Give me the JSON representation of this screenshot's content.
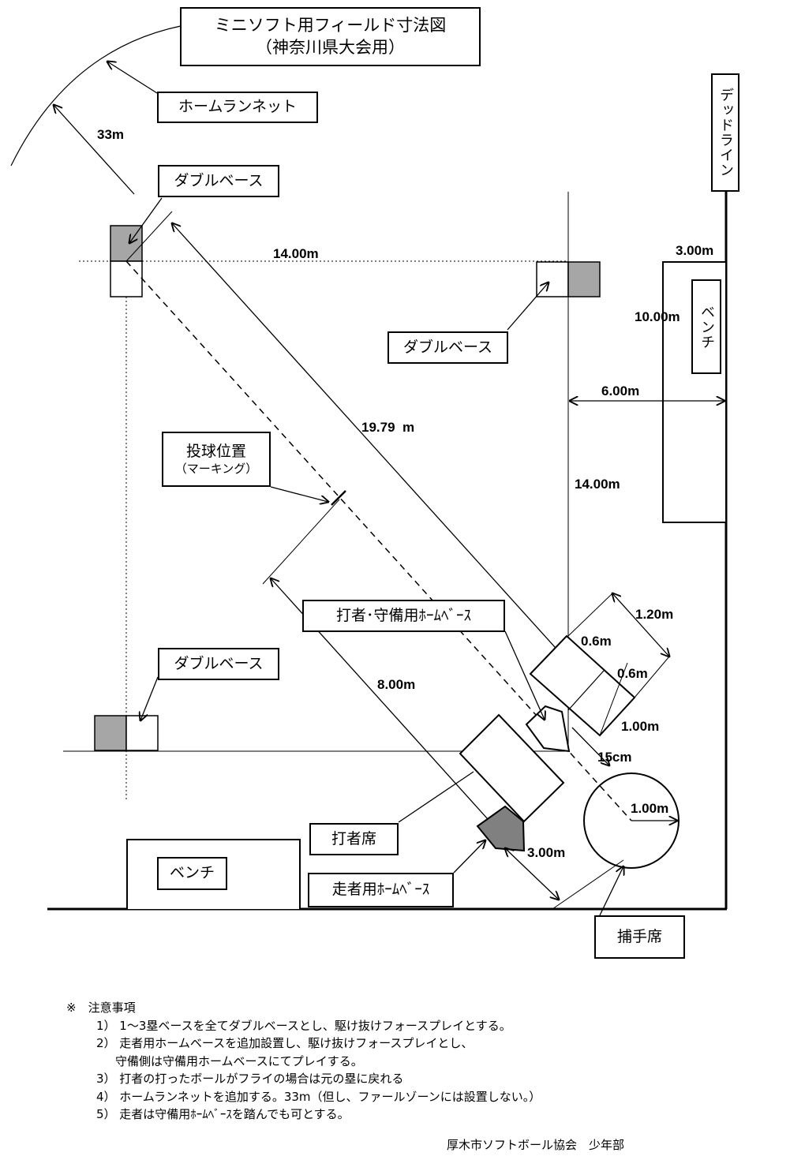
{
  "title": {
    "line1": "ミニソフト用フィールド寸法図",
    "line2": "（神奈川県大会用）"
  },
  "labels": {
    "home_run_net": "ホームランネット",
    "double_base_2nd": "ダブルベース",
    "double_base_1st": "ダブルベース",
    "double_base_3rd": "ダブルベース",
    "dead_line": "デッドライン",
    "bench_1st": "ベンチ",
    "bench_3rd": "ベンチ",
    "pitching_position": "投球位置",
    "marking": "（マーキング）",
    "batter_defense_home": "打者･守備用ﾎｰﾑﾍﾞｰｽ",
    "batter_box": "打者席",
    "runner_home": "走者用ﾎｰﾑﾍﾞｰｽ",
    "catcher_box": "捕手席"
  },
  "dimensions": {
    "d33": "33m",
    "d14_top": "14.00m",
    "d3_bench": "3.00m",
    "d10_bench": "10.00m",
    "d6": "6.00m",
    "d19": "19.79  m",
    "d14_side": "14.00m",
    "d1_20": "1.20m",
    "d0_6a": "0.6m",
    "d0_6b": "0.6m",
    "d1_00a": "1.00m",
    "d15cm": "15cm",
    "d8": "8.00m",
    "d1_00b": "1.00m",
    "d3_00": "3.00m"
  },
  "notes": {
    "heading": "※　注意事項",
    "items": [
      "1）  1～3塁ベースを全てダブルベースとし、駆け抜けフォースプレイとする。",
      "2）  走者用ホームベースを追加設置し、駆け抜けフォースプレイとし、",
      "守備側は守備用ホームベースにてプレイする。",
      "3）  打者の打ったボールがフライの場合は元の塁に戻れる",
      "4）  ホームランネットを追加する。33m（但し、ファールゾーンには設置しない。）",
      "5）  走者は守備用ﾎｰﾑﾍﾞｰｽを踏んでも可とする。"
    ]
  },
  "footer": "厚木市ソフトボール協会　少年部"
}
